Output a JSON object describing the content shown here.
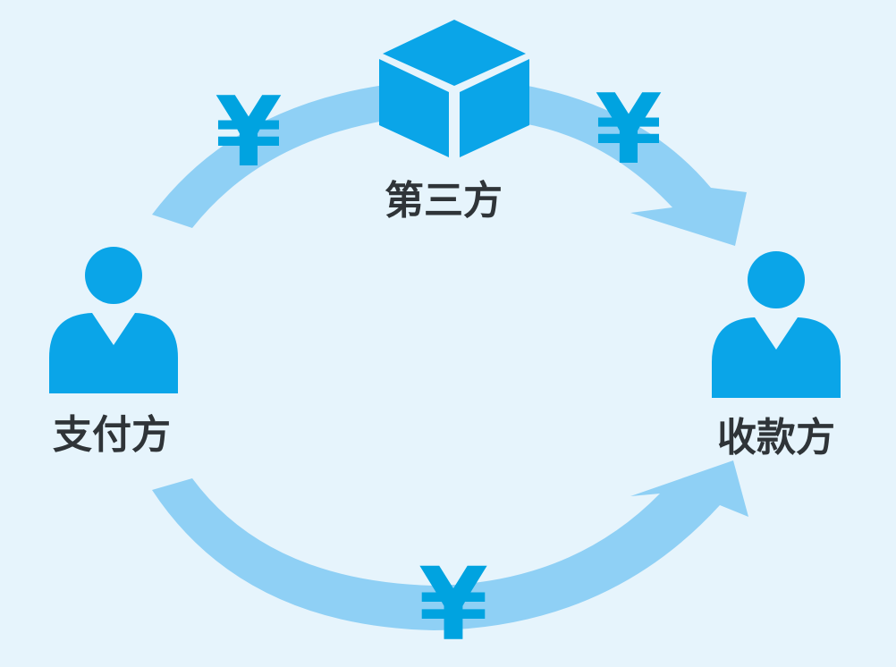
{
  "diagram": {
    "third_party_label": "第三方",
    "payer_label": "支付方",
    "payee_label": "收款方",
    "currency_symbol": "¥"
  },
  "colors": {
    "background": "#e6f4fc",
    "arrow_fill": "#8fd0f5",
    "icon_blue": "#0aa5e8",
    "yen_blue": "#00a3e0",
    "label_text": "#2f3438"
  }
}
